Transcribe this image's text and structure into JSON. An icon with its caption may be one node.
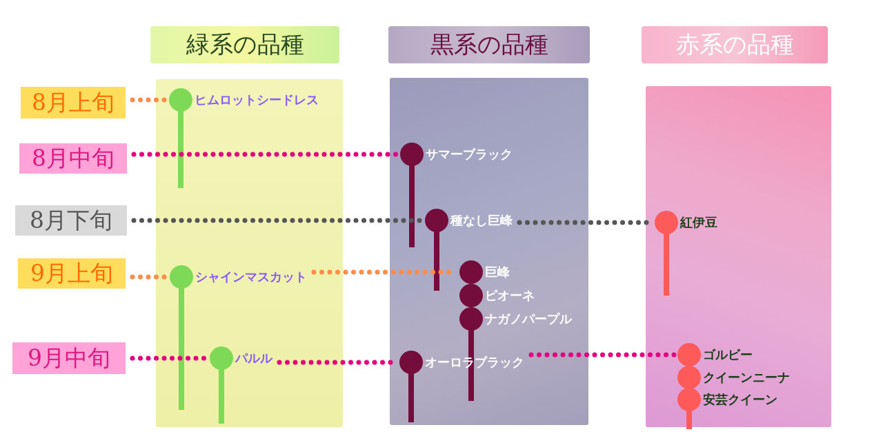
{
  "diagram": {
    "nodes": [
      {
        "text": [
          "緑系の品種"
        ]
      },
      {
        "text": [
          "黒系の品種"
        ]
      },
      {
        "text": [
          "赤系の品種"
        ]
      },
      {
        "text": [
          "8月上旬"
        ]
      },
      {
        "text": [
          "ヒムロットシードレス"
        ],
        "in": 0
      },
      {
        "text": [
          "8月中旬"
        ]
      },
      {
        "text": [
          "サマーブラック"
        ],
        "in": 1
      },
      {
        "text": [
          "8月下旬"
        ]
      },
      {
        "text": [
          "種なし巨峰"
        ],
        "in": 1
      },
      {
        "text": [
          "紅伊豆"
        ],
        "in": 2
      },
      {
        "text": [
          "9月上旬"
        ]
      },
      {
        "text": [
          "シャインマスカット"
        ],
        "in": 0
      },
      {
        "text": [
          "巨峰"
        ],
        "in": 1
      },
      {
        "text": [
          "ピオーネ"
        ],
        "in": 1
      },
      {
        "text": [
          "ナガノパープル"
        ],
        "in": 1
      },
      {
        "text": [
          "9月中旬"
        ]
      },
      {
        "text": [
          "パルル"
        ],
        "in": 0
      },
      {
        "text": [
          "オーロラブラック"
        ],
        "in": 1
      },
      {
        "text": [
          "ゴルビー"
        ],
        "in": 2
      },
      {
        "text": [
          "クイーンニーナ"
        ],
        "in": 2
      },
      {
        "text": [
          "安芸クイーン"
        ],
        "in": 2
      }
    ],
    "edges": [
      {
        "from": 3,
        "to": 4,
        "arrow": "none",
        "style": "dashed",
        "color": "#ff8c4a"
      },
      {
        "from": 5,
        "to": 6,
        "arrow": "none",
        "style": "dashed",
        "color": "#e4007f"
      },
      {
        "from": 7,
        "to": 8,
        "arrow": "none",
        "style": "dashed",
        "color": "#555555"
      },
      {
        "from": 8,
        "to": 9,
        "arrow": "none",
        "style": "dashed",
        "color": "#555555"
      },
      {
        "from": 10,
        "to": 11,
        "arrow": "none",
        "style": "dashed",
        "color": "#ff8c4a"
      },
      {
        "from": 11,
        "to": 12,
        "arrow": "none",
        "style": "dashed",
        "color": "#ff8c4a"
      },
      {
        "from": 15,
        "to": 16,
        "arrow": "none",
        "style": "dashed",
        "color": "#e4007f"
      },
      {
        "from": 16,
        "to": 17,
        "arrow": "none",
        "style": "dashed",
        "color": "#e4007f"
      },
      {
        "from": 17,
        "to": 18,
        "arrow": "none",
        "style": "dashed",
        "color": "#e4007f"
      }
    ]
  }
}
